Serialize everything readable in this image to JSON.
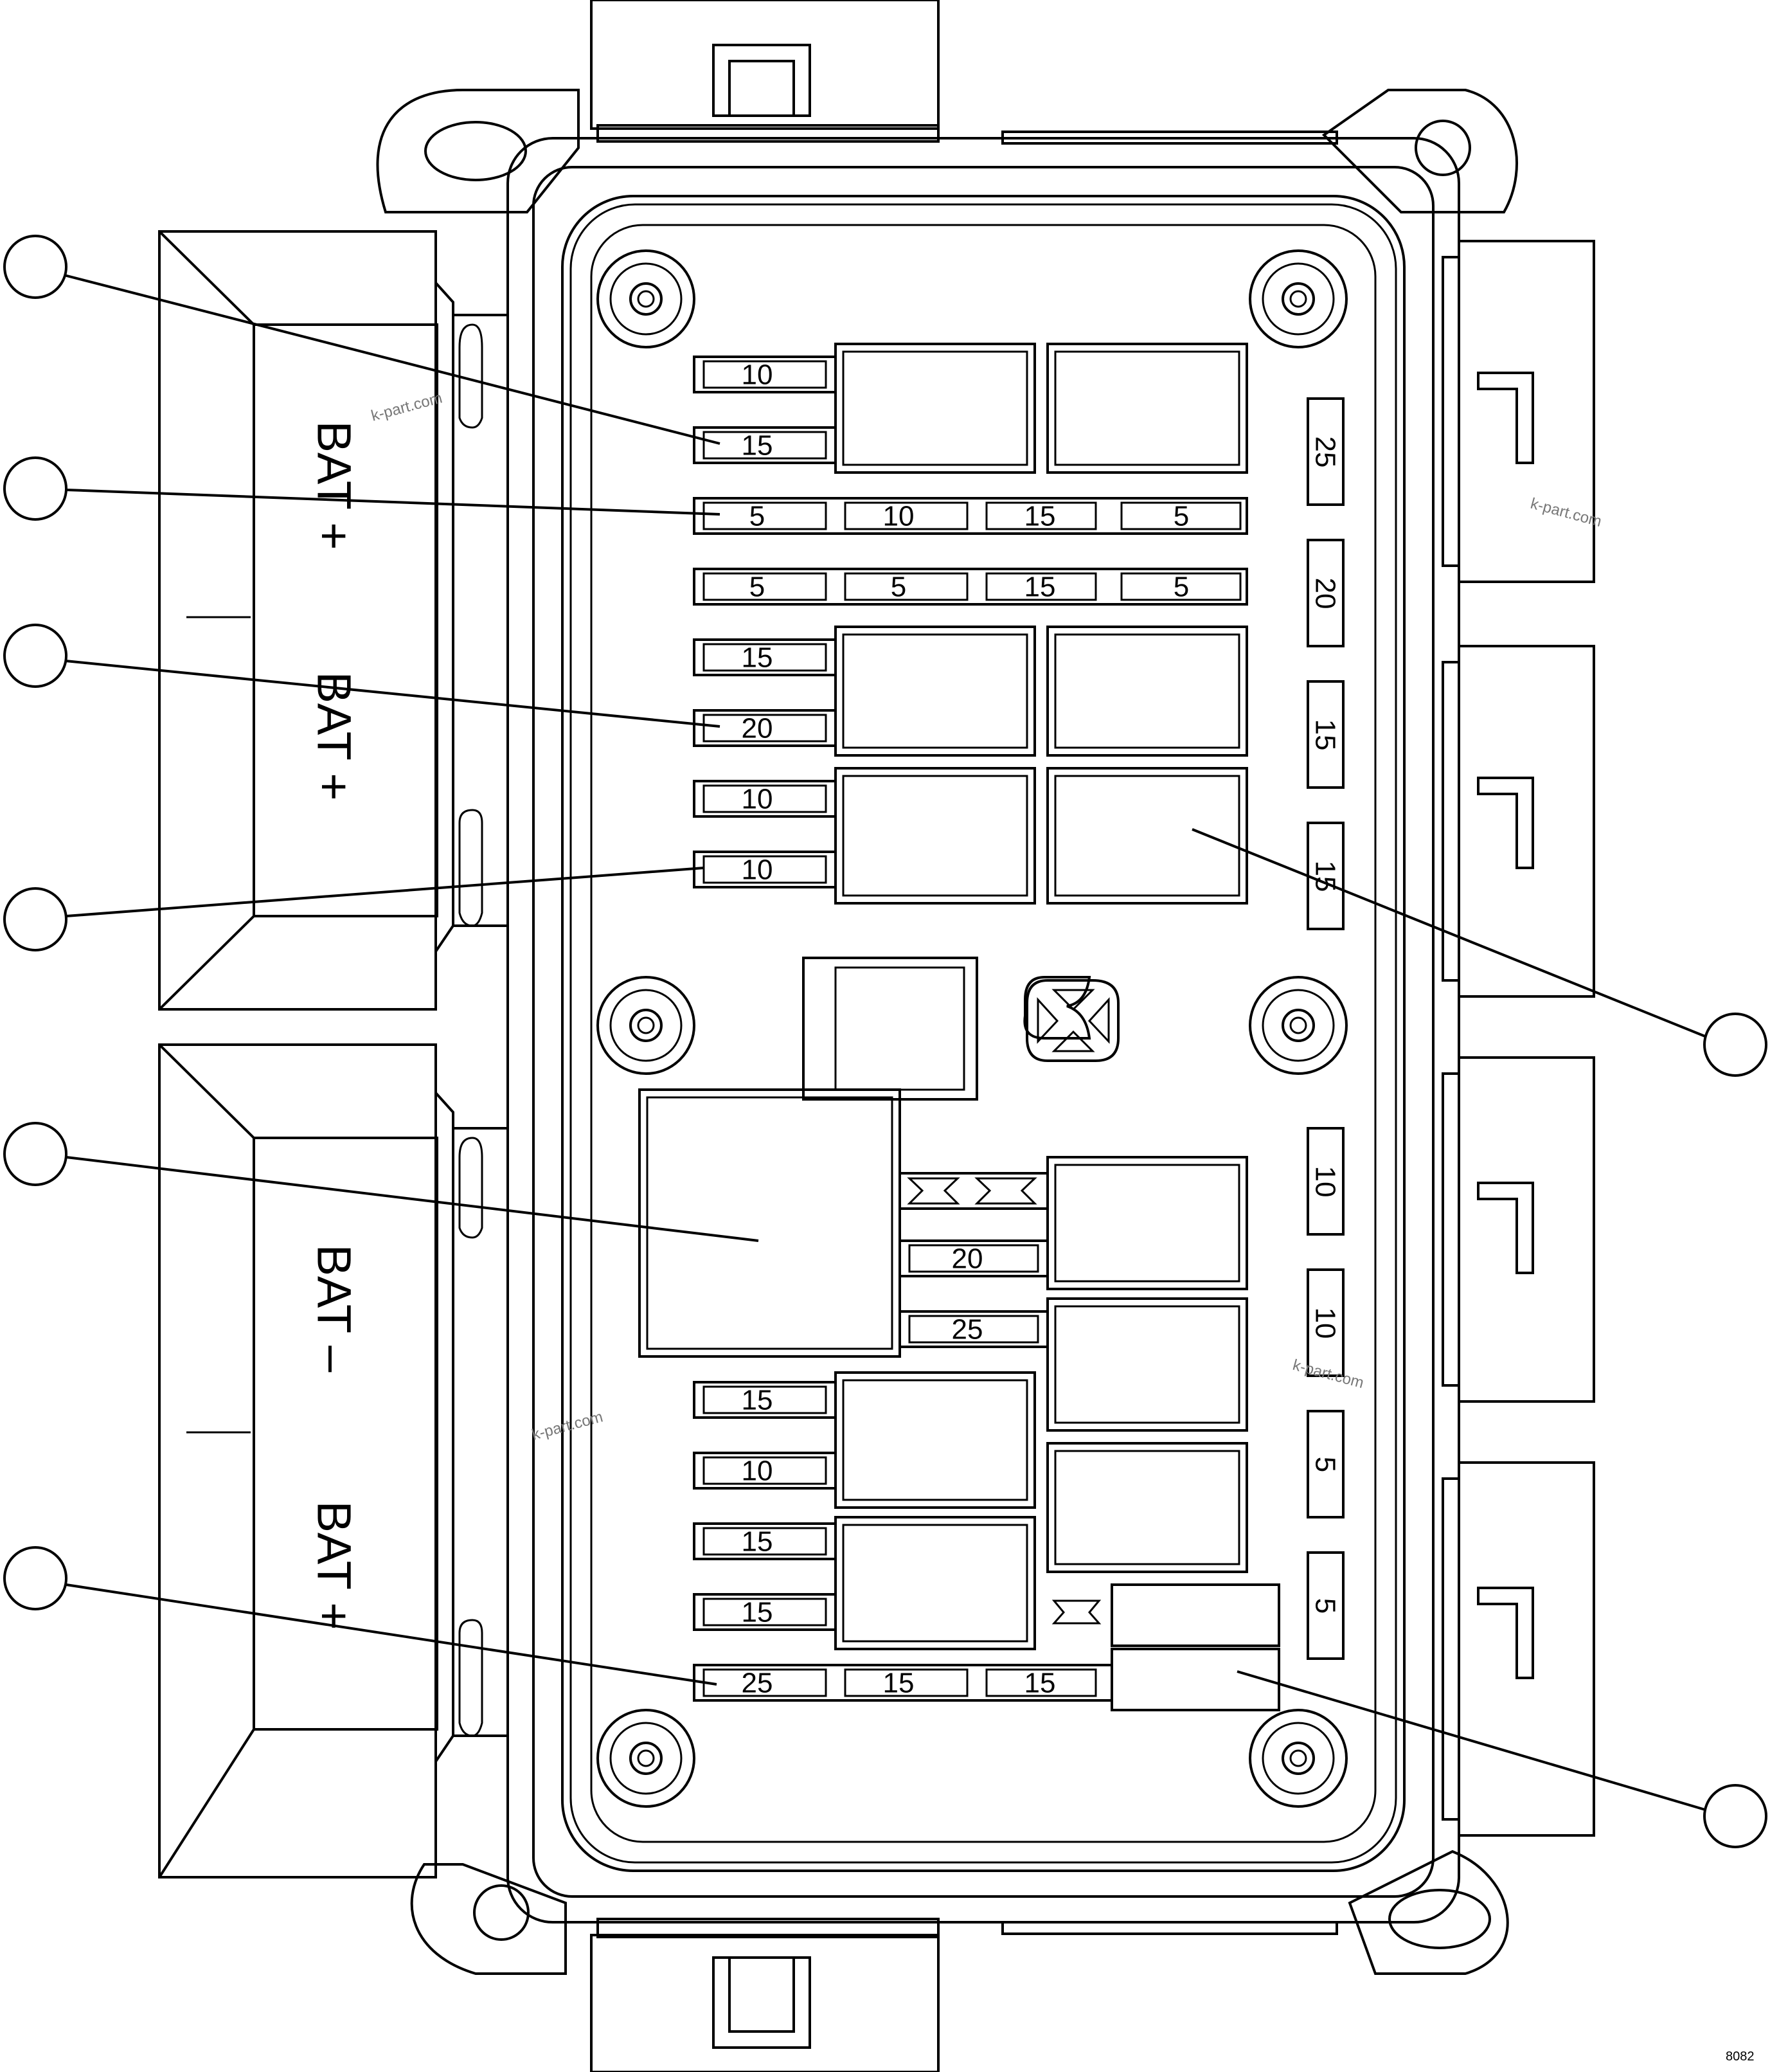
{
  "diagram": {
    "terminals": {
      "bat_plus_1": "BAT +",
      "bat_plus_2": "BAT +",
      "bat_minus": "BAT –",
      "bat_plus_3": "BAT +"
    },
    "fuses_upper": {
      "row1": "10",
      "row2": "15",
      "row3": [
        "5",
        "10",
        "15",
        "5"
      ],
      "row4": [
        "5",
        "5",
        "15",
        "5"
      ],
      "row5": "15",
      "row6": "20",
      "row7": "10",
      "row8": "10"
    },
    "fuses_right_vertical": [
      "25",
      "20",
      "15",
      "15",
      "10",
      "10",
      "5",
      "5"
    ],
    "fuses_middle": [
      "20",
      "25"
    ],
    "fuses_lower": {
      "row1": "15",
      "row2": "10",
      "row3": "15",
      "row4": "15",
      "row5": [
        "25",
        "15",
        "15"
      ]
    },
    "watermarks": [
      "k-part.com",
      "k-part.com",
      "k-part.com",
      "k-part.com"
    ],
    "figure_code": "8082"
  }
}
